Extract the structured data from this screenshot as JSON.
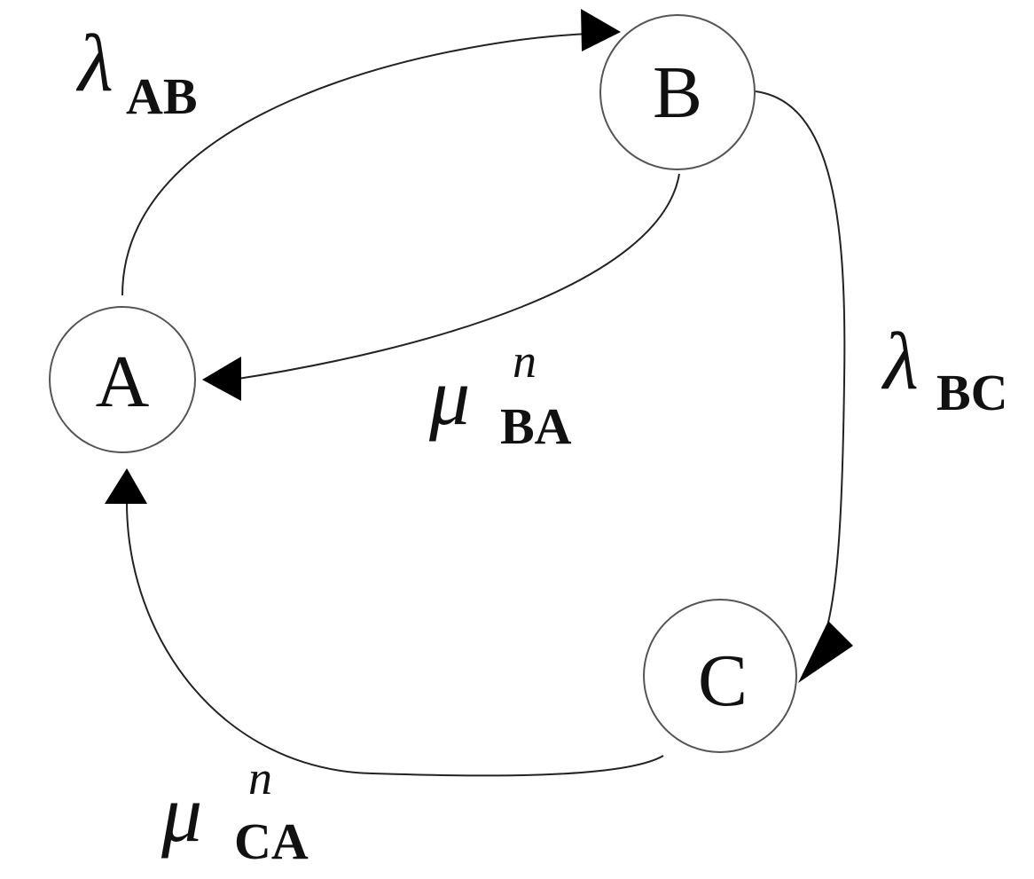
{
  "nodes": {
    "a": "A",
    "b": "B",
    "c": "C"
  },
  "edges": {
    "ab": {
      "symbol": "λ",
      "subscript": "AB"
    },
    "ba": {
      "symbol": "μ",
      "superscript": "n",
      "subscript": "BA"
    },
    "bc": {
      "symbol": "λ",
      "subscript": "BC"
    },
    "ca": {
      "symbol": "μ",
      "superscript": "n",
      "subscript": "CA"
    }
  }
}
